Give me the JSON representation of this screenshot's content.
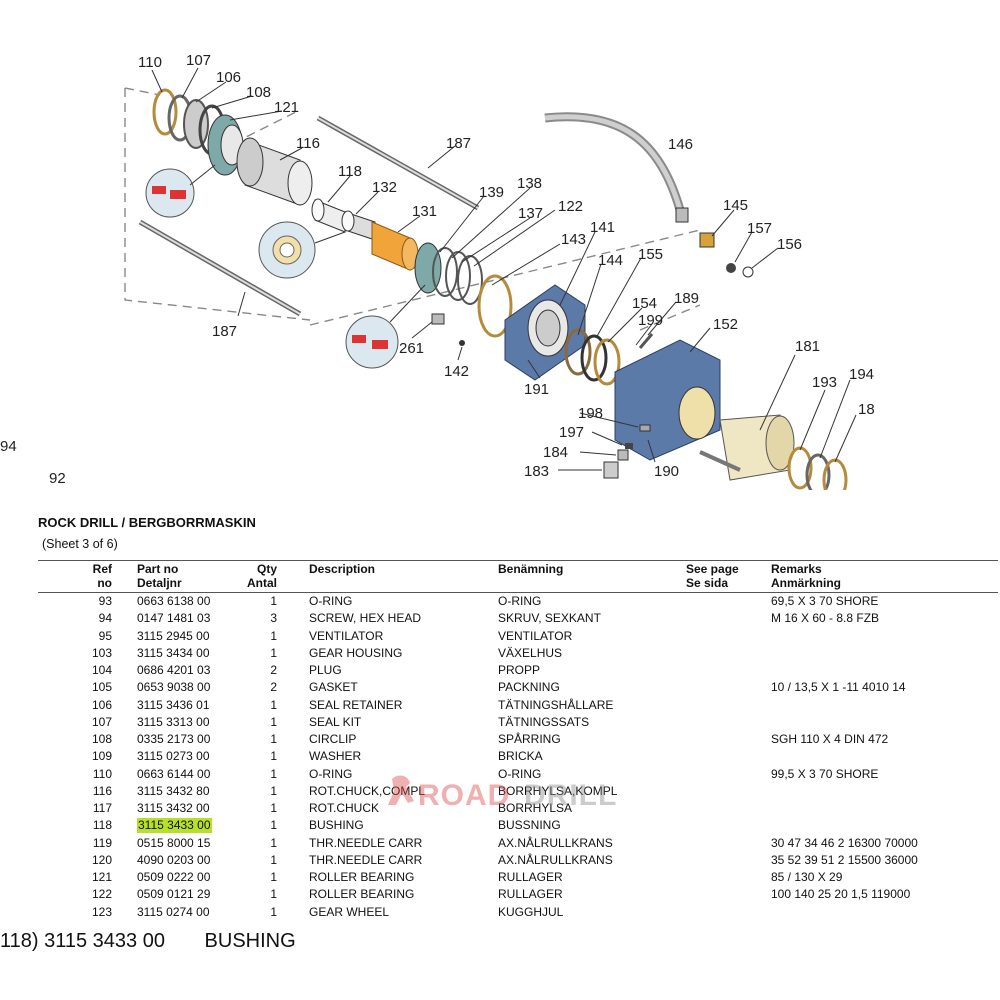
{
  "diagram": {
    "labels": [
      "110",
      "107",
      "106",
      "108",
      "121",
      "116",
      "118",
      "132",
      "131",
      "187",
      "139",
      "138",
      "137",
      "122",
      "143",
      "141",
      "146",
      "145",
      "157",
      "156",
      "155",
      "144",
      "154",
      "189",
      "199",
      "152",
      "181",
      "193",
      "194",
      "18",
      "187",
      "261",
      "142",
      "191",
      "198",
      "197",
      "184",
      "183",
      "190",
      "94",
      "92"
    ]
  },
  "document": {
    "title": "ROCK DRILL / BERGBORRMASKIN",
    "sheet": "(Sheet 3 of 6)",
    "headers": {
      "ref": "Ref",
      "ref2": "no",
      "part": "Part no",
      "part2": "Detaljnr",
      "qty": "Qty",
      "qty2": "Antal",
      "desc": "Description",
      "ben": "Benämning",
      "see": "See page",
      "see2": "Se sida",
      "rem": "Remarks",
      "rem2": "Anmärkning"
    }
  },
  "table": {
    "rows": [
      {
        "ref": "93",
        "part": "0663 6138 00",
        "qty": "1",
        "desc": "O-RING",
        "ben": "O-RING",
        "rem": " 69,5 X 3  70 SHORE"
      },
      {
        "ref": "94",
        "part": "0147 1481 03",
        "qty": "3",
        "desc": "SCREW, HEX HEAD",
        "ben": "SKRUV, SEXKANT",
        "rem": "M 16 X 60 - 8.8 FZB"
      },
      {
        "ref": "95",
        "part": "3115 2945 00",
        "qty": "1",
        "desc": "VENTILATOR",
        "ben": "VENTILATOR",
        "rem": ""
      },
      {
        "ref": "103",
        "part": "3115 3434 00",
        "qty": "1",
        "desc": "GEAR HOUSING",
        "ben": "VÄXELHUS",
        "rem": ""
      },
      {
        "ref": "104",
        "part": "0686 4201 03",
        "qty": "2",
        "desc": "PLUG",
        "ben": "PROPP",
        "rem": ""
      },
      {
        "ref": "105",
        "part": "0653 9038 00",
        "qty": "2",
        "desc": "GASKET",
        "ben": "PACKNING",
        "rem": "10 / 13,5 X 1 -11 4010 14"
      },
      {
        "ref": "106",
        "part": "3115 3436 01",
        "qty": "1",
        "desc": "SEAL RETAINER",
        "ben": "TÄTNINGSHÅLLARE",
        "rem": ""
      },
      {
        "ref": "107",
        "part": "3115 3313 00",
        "qty": "1",
        "desc": "SEAL KIT",
        "ben": "TÄTNINGSSATS",
        "rem": ""
      },
      {
        "ref": "108",
        "part": "0335 2173 00",
        "qty": "1",
        "desc": "CIRCLIP",
        "ben": "SPÅRRING",
        "rem": "SGH 110 X 4 DIN 472"
      },
      {
        "ref": "109",
        "part": "3115 0273 00",
        "qty": "1",
        "desc": "WASHER",
        "ben": "BRICKA",
        "rem": ""
      },
      {
        "ref": "110",
        "part": "0663 6144 00",
        "qty": "1",
        "desc": "O-RING",
        "ben": "O-RING",
        "rem": " 99,5 X 3  70 SHORE"
      },
      {
        "ref": "116",
        "part": "3115 3432 80",
        "qty": "1",
        "desc": "ROT.CHUCK,COMPL",
        "ben": "BORRHYLSA,KOMPL",
        "rem": ""
      },
      {
        "ref": "117",
        "part": "3115 3432 00",
        "qty": "1",
        "desc": "ROT.CHUCK",
        "ben": "BORRHYLSA",
        "rem": ""
      },
      {
        "ref": "118",
        "part": "3115 3433 00",
        "qty": "1",
        "desc": "BUSHING",
        "ben": "BUSSNING",
        "rem": "",
        "highlight": true
      },
      {
        "ref": "119",
        "part": "0515 8000 15",
        "qty": "1",
        "desc": "THR.NEEDLE CARR",
        "ben": "AX.NÅLRULLKRANS",
        "rem": "30 47 34 46 2 16300 70000"
      },
      {
        "ref": "120",
        "part": "4090 0203 00",
        "qty": "1",
        "desc": "THR.NEEDLE CARR",
        "ben": "AX.NÅLRULLKRANS",
        "rem": "35 52 39 51 2 15500 36000"
      },
      {
        "ref": "121",
        "part": "0509 0222 00",
        "qty": "1",
        "desc": "ROLLER BEARING",
        "ben": "RULLAGER",
        "rem": "85 / 130 X 29"
      },
      {
        "ref": "122",
        "part": "0509 0121 29",
        "qty": "1",
        "desc": "ROLLER BEARING",
        "ben": "RULLAGER",
        "rem": "100 140 25 20 1,5 119000"
      },
      {
        "ref": "123",
        "part": "3115 0274 00",
        "qty": "1",
        "desc": "GEAR WHEEL",
        "ben": "KUGGHJUL",
        "rem": ""
      }
    ]
  },
  "watermark": {
    "text_a": "ROAD",
    "text_b": "DRILL"
  },
  "selection": {
    "ref": "118)",
    "part": "3115 3433 00",
    "desc": "BUSHING"
  },
  "colors": {
    "highlight": "#b7e026",
    "housing_blue": "#5b7aa8",
    "bushing_orange": "#f0a43a",
    "sleeve_cream": "#efe6c4"
  }
}
